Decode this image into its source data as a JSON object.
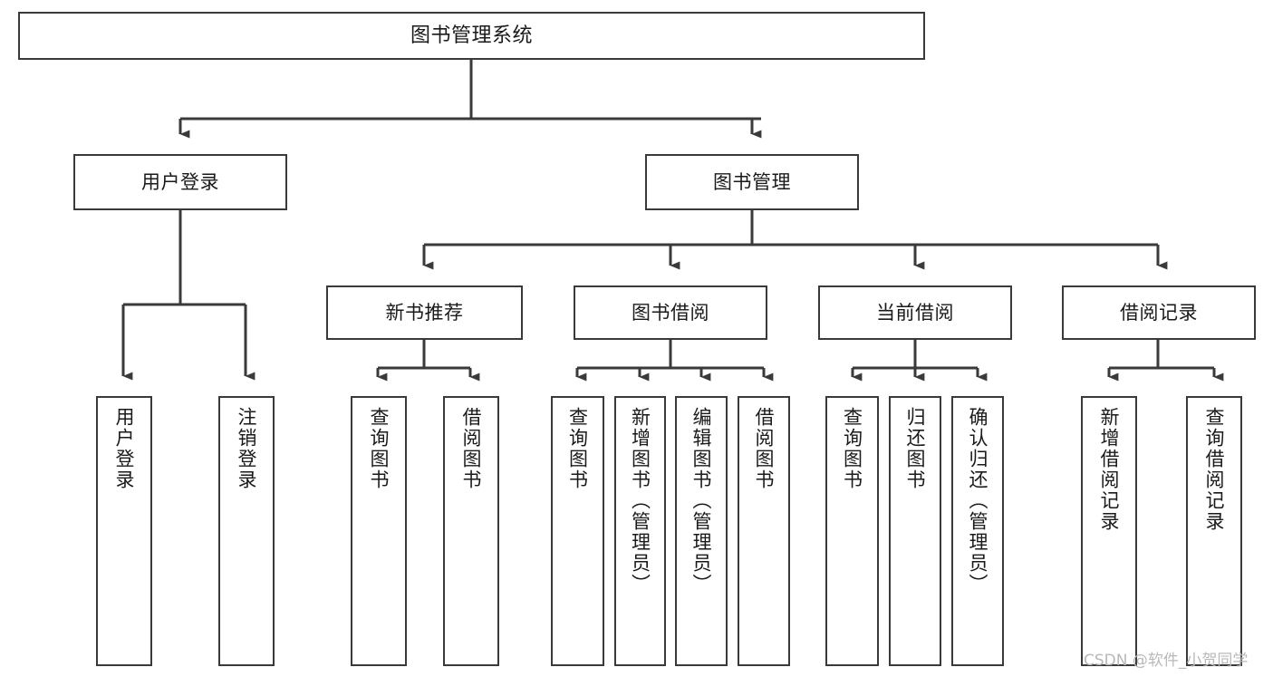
{
  "diagram": {
    "title": "图书管理系统",
    "type": "tree-hierarchy",
    "watermark": "CSDN @软件_小贺同学",
    "colors": {
      "background": "#ffffff",
      "node_border": "#3a3a3a",
      "node_fill": "#ffffff",
      "edge": "#3a3a3a",
      "text": "#1a1a1a",
      "watermark": "#b9b9b9"
    },
    "levels": {
      "root": "图书管理系统",
      "level2": [
        "用户登录",
        "图书管理"
      ],
      "level3": [
        "新书推荐",
        "图书借阅",
        "当前借阅",
        "借阅记录"
      ]
    },
    "nodes": {
      "root": {
        "label": "图书管理系统"
      },
      "user_login": {
        "label": "用户登录"
      },
      "book_manage": {
        "label": "图书管理"
      },
      "new_book_rec": {
        "label": "新书推荐"
      },
      "book_borrow": {
        "label": "图书借阅"
      },
      "current_borrow": {
        "label": "当前借阅"
      },
      "borrow_record": {
        "label": "借阅记录"
      },
      "leaf_user_login": {
        "label": "用户登录"
      },
      "leaf_logout": {
        "label": "注销登录"
      },
      "leaf_query_book_a": {
        "label": "查询图书"
      },
      "leaf_borrow_book_a": {
        "label": "借阅图书"
      },
      "leaf_query_book_b": {
        "label": "查询图书"
      },
      "leaf_add_book": {
        "label": "新增图书（管理员）"
      },
      "leaf_edit_book": {
        "label": "编辑图书（管理员）"
      },
      "leaf_borrow_book_b": {
        "label": "借阅图书"
      },
      "leaf_query_book_c": {
        "label": "查询图书"
      },
      "leaf_return_book": {
        "label": "归还图书"
      },
      "leaf_confirm_return": {
        "label": "确认归还（管理员）"
      },
      "leaf_add_record": {
        "label": "新增借阅记录"
      },
      "leaf_query_record": {
        "label": "查询借阅记录"
      }
    },
    "tree": {
      "label": "图书管理系统",
      "children": [
        {
          "label": "用户登录",
          "children": [
            {
              "label": "用户登录"
            },
            {
              "label": "注销登录"
            }
          ]
        },
        {
          "label": "图书管理",
          "children": [
            {
              "label": "新书推荐",
              "children": [
                {
                  "label": "查询图书"
                },
                {
                  "label": "借阅图书"
                }
              ]
            },
            {
              "label": "图书借阅",
              "children": [
                {
                  "label": "查询图书"
                },
                {
                  "label": "新增图书（管理员）"
                },
                {
                  "label": "编辑图书（管理员）"
                },
                {
                  "label": "借阅图书"
                }
              ]
            },
            {
              "label": "当前借阅",
              "children": [
                {
                  "label": "查询图书"
                },
                {
                  "label": "归还图书"
                },
                {
                  "label": "确认归还（管理员）"
                }
              ]
            },
            {
              "label": "借阅记录",
              "children": [
                {
                  "label": "新增借阅记录"
                },
                {
                  "label": "查询借阅记录"
                }
              ]
            }
          ]
        }
      ]
    }
  }
}
